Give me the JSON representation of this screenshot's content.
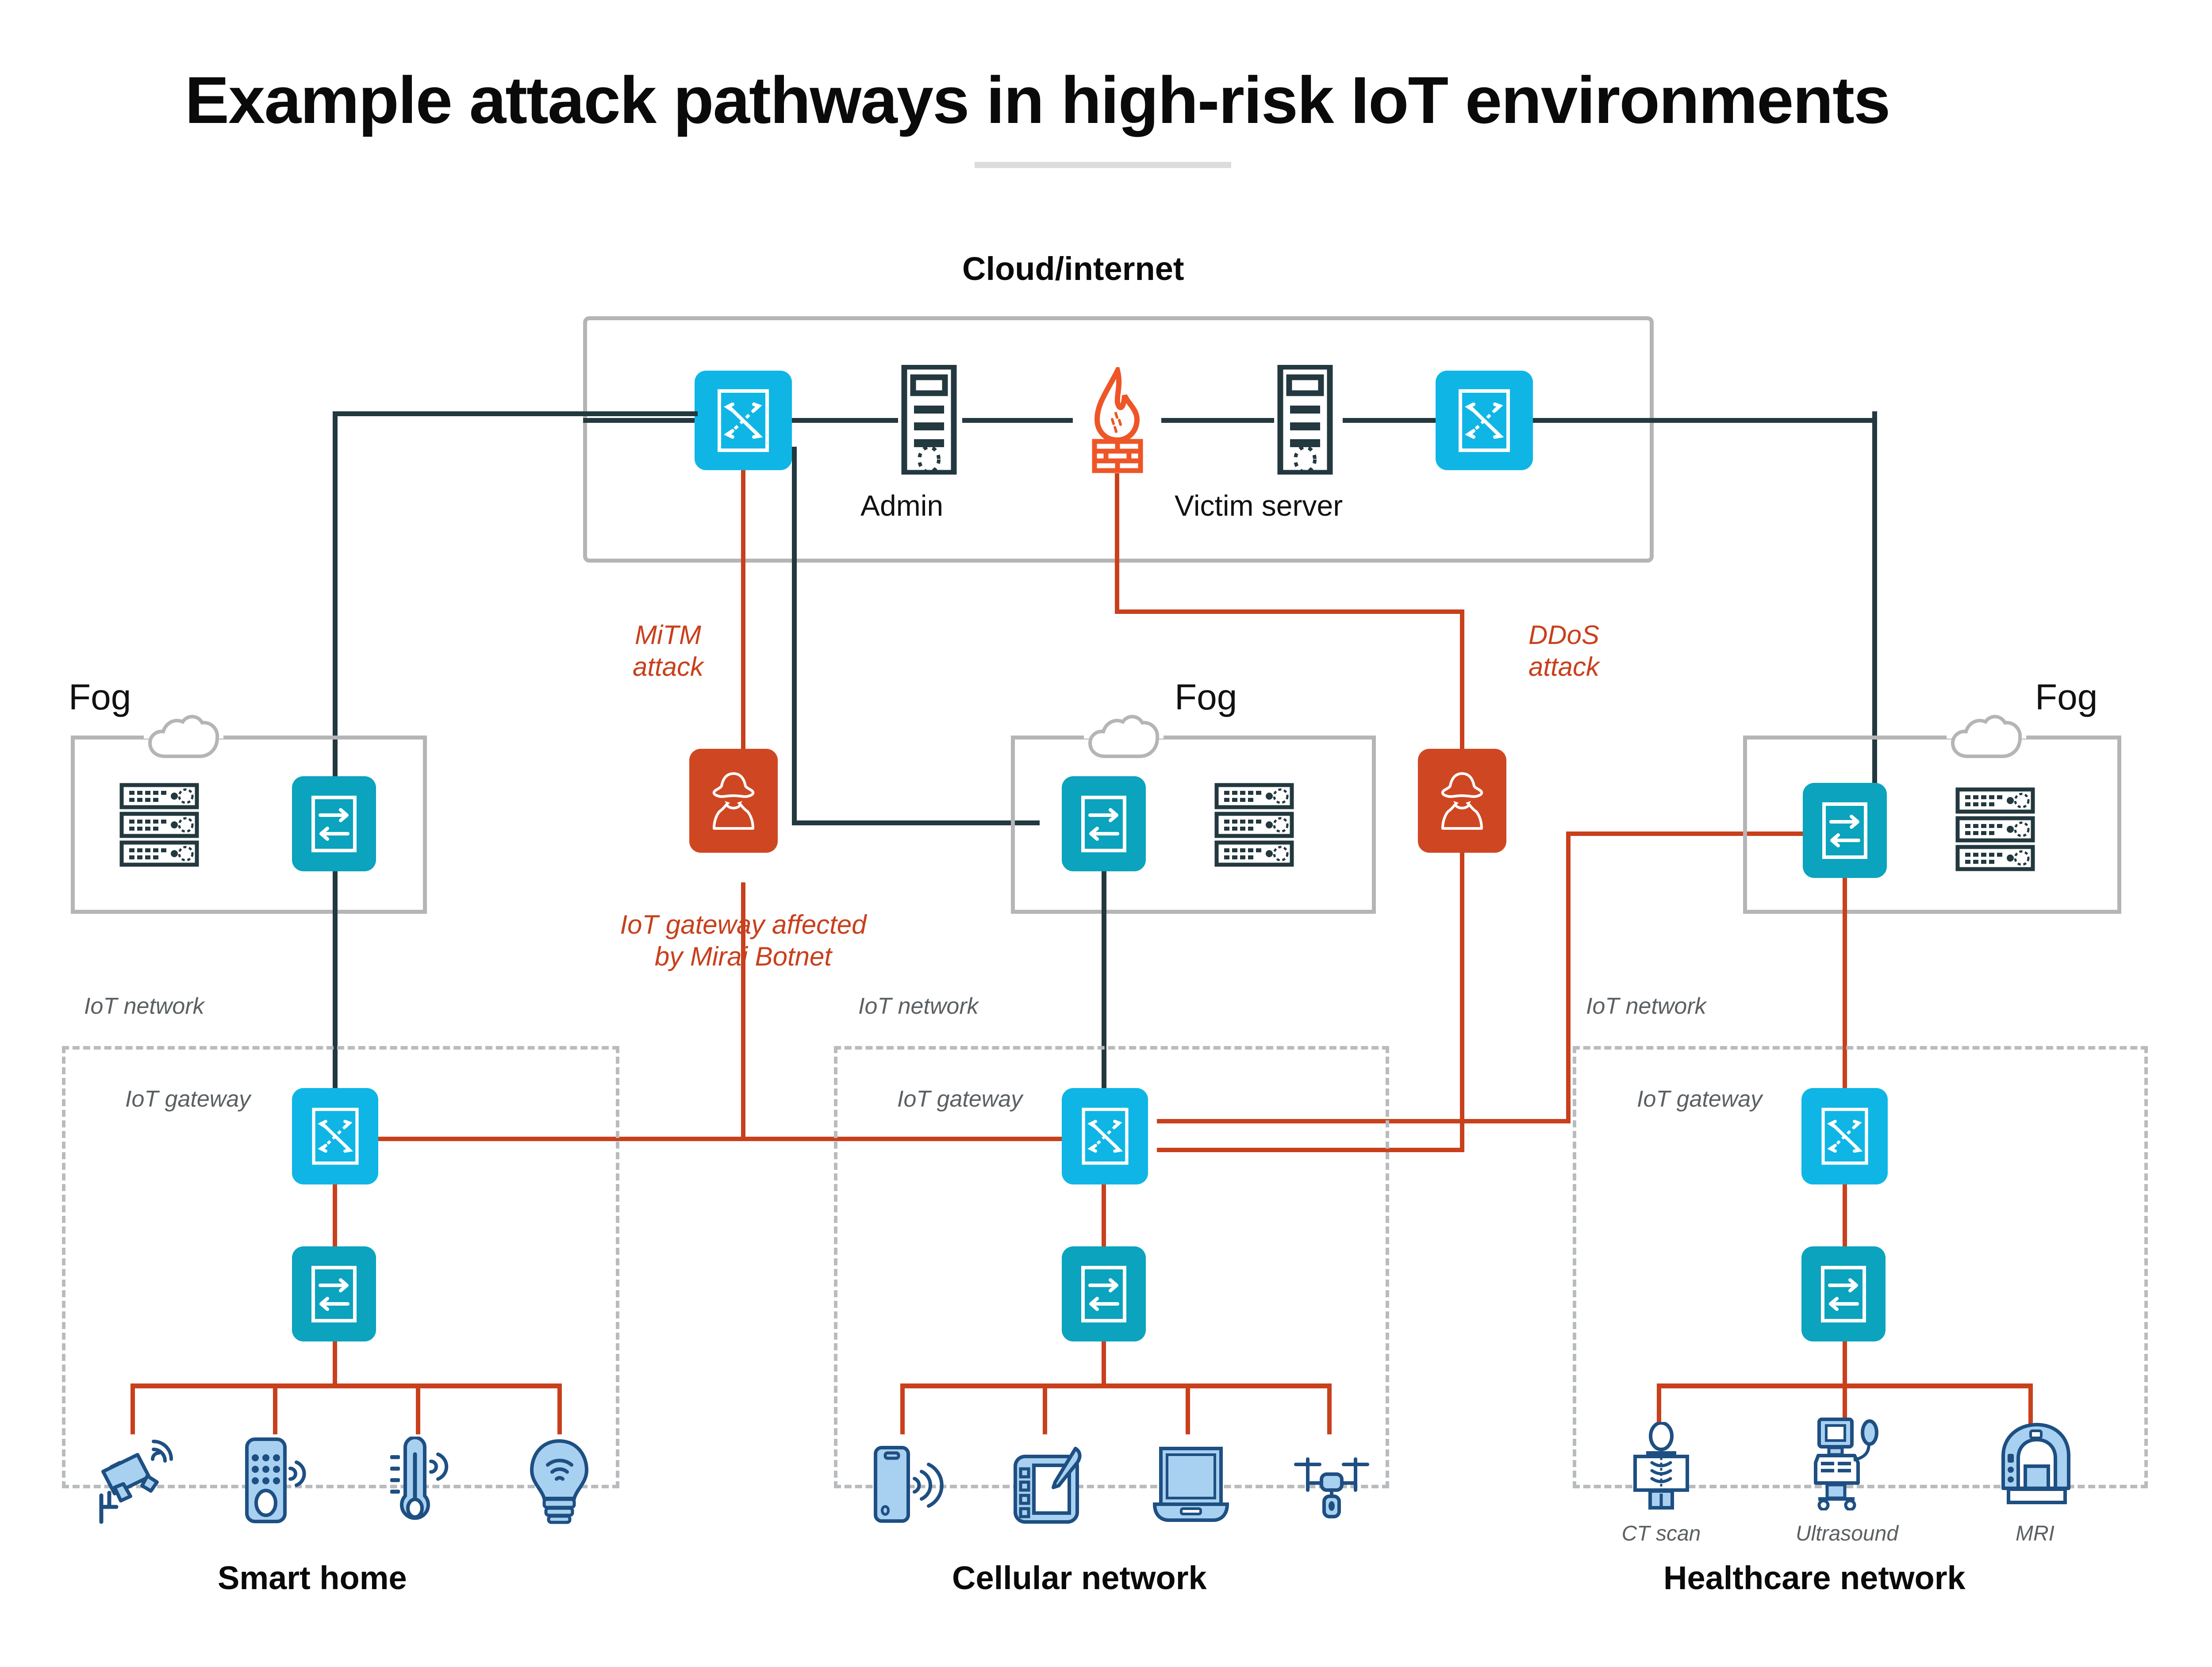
{
  "header": {
    "title": "Example attack pathways in high-risk IoT environments"
  },
  "cloud": {
    "title": "Cloud/internet",
    "nodes": [
      {
        "name": "router-left",
        "label": "",
        "icon": "router-icon"
      },
      {
        "name": "admin-server",
        "label": "Admin",
        "icon": "server-tower-icon"
      },
      {
        "name": "firewall",
        "label": "",
        "icon": "firewall-flame-icon"
      },
      {
        "name": "victim-server",
        "label": "Victim server",
        "icon": "server-tower-icon"
      },
      {
        "name": "router-right",
        "label": "",
        "icon": "router-icon"
      }
    ]
  },
  "attacks": [
    {
      "id": "mitm",
      "line1": "MiTM",
      "line2": "attack",
      "icon": "attacker-spy-icon"
    },
    {
      "id": "ddos",
      "line1": "DDoS",
      "line2": "attack",
      "icon": "attacker-spy-icon"
    }
  ],
  "annotations": {
    "mirai": {
      "line1": "IoT gateway affected",
      "line2": "by Mirai Botnet"
    }
  },
  "labels": {
    "fog": "Fog",
    "iot_network": "IoT network",
    "iot_gateway": "IoT gateway"
  },
  "segments": [
    {
      "id": "smart-home",
      "footer": "Smart home",
      "fog_label": "Fog",
      "iot_network_label": "IoT network",
      "gateway_label": "IoT gateway",
      "fog_layout": "servers-left-switch-right",
      "devices": [
        {
          "name": "security-camera",
          "icon": "cctv-camera-icon",
          "label": ""
        },
        {
          "name": "smart-remote",
          "icon": "remote-keypad-icon",
          "label": ""
        },
        {
          "name": "smart-thermostat",
          "icon": "thermometer-icon",
          "label": ""
        },
        {
          "name": "smart-bulb",
          "icon": "lightbulb-icon",
          "label": ""
        }
      ]
    },
    {
      "id": "cellular-network",
      "footer": "Cellular network",
      "fog_label": "Fog",
      "iot_network_label": "IoT network",
      "gateway_label": "IoT gateway",
      "fog_layout": "switch-left-servers-right",
      "devices": [
        {
          "name": "smartphone",
          "icon": "smartphone-icon",
          "label": ""
        },
        {
          "name": "tablet-stylus",
          "icon": "tablet-stylus-icon",
          "label": ""
        },
        {
          "name": "laptop",
          "icon": "laptop-icon",
          "label": ""
        },
        {
          "name": "drone",
          "icon": "drone-icon",
          "label": ""
        }
      ]
    },
    {
      "id": "healthcare-network",
      "footer": "Healthcare network",
      "fog_label": "Fog",
      "iot_network_label": "IoT network",
      "gateway_label": "IoT gateway",
      "fog_layout": "switch-left-servers-right",
      "devices": [
        {
          "name": "ct-scan",
          "icon": "ct-scan-icon",
          "label": "CT scan"
        },
        {
          "name": "ultrasound",
          "icon": "ultrasound-icon",
          "label": "Ultrasound"
        },
        {
          "name": "mri",
          "icon": "mri-icon",
          "label": "MRI"
        }
      ]
    }
  ],
  "colors": {
    "router": "#0fb6e5",
    "switch": "#0ba3bd",
    "attacker": "#cf4722",
    "attack_line": "#c8401c",
    "network_line": "#23383f",
    "boundary": "#b5b5b5",
    "device_fill": "#a8d0f0",
    "device_stroke": "#1e4f82",
    "text": "#0a0a0a"
  }
}
